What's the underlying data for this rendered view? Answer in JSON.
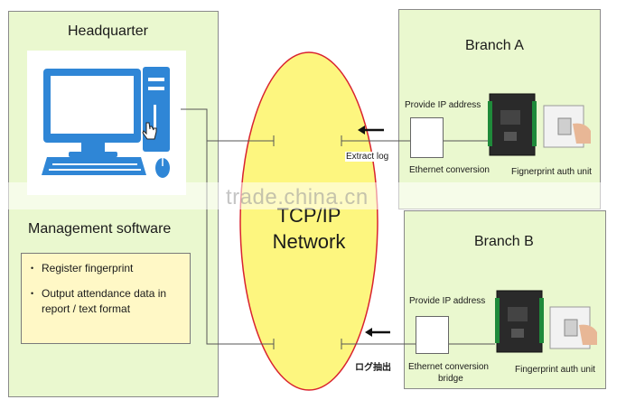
{
  "headquarter": {
    "title": "Headquarter",
    "software_title": "Management software",
    "items": [
      "Register fingerprint",
      "Output attendance data in",
      "report / text format"
    ]
  },
  "network": {
    "line1": "TCP/IP",
    "line2": "Network",
    "fill_color": "#fdf67f"
  },
  "branch_a": {
    "title": "Branch A",
    "provide_ip": "Provide IP address",
    "extract_log": "Extract log",
    "conversion": "Ethernet conversion",
    "unit": "Fignerprint auth unit"
  },
  "branch_b": {
    "title": "Branch B",
    "provide_ip": "Provide IP address",
    "extract_log": "ログ抽出",
    "conversion_line1": "Ethernet conversion",
    "conversion_line2": "bridge",
    "unit": "Fingerprint auth unit"
  },
  "watermark": "trade.china.cn",
  "colors": {
    "panel_bg": "#eaf8cf",
    "note_bg": "#fff8c6",
    "monitor_blue": "#2f86d6"
  },
  "icons": [
    "computer-icon",
    "hand-cursor-icon",
    "access-controller-icon",
    "fingerprint-reader-icon"
  ]
}
